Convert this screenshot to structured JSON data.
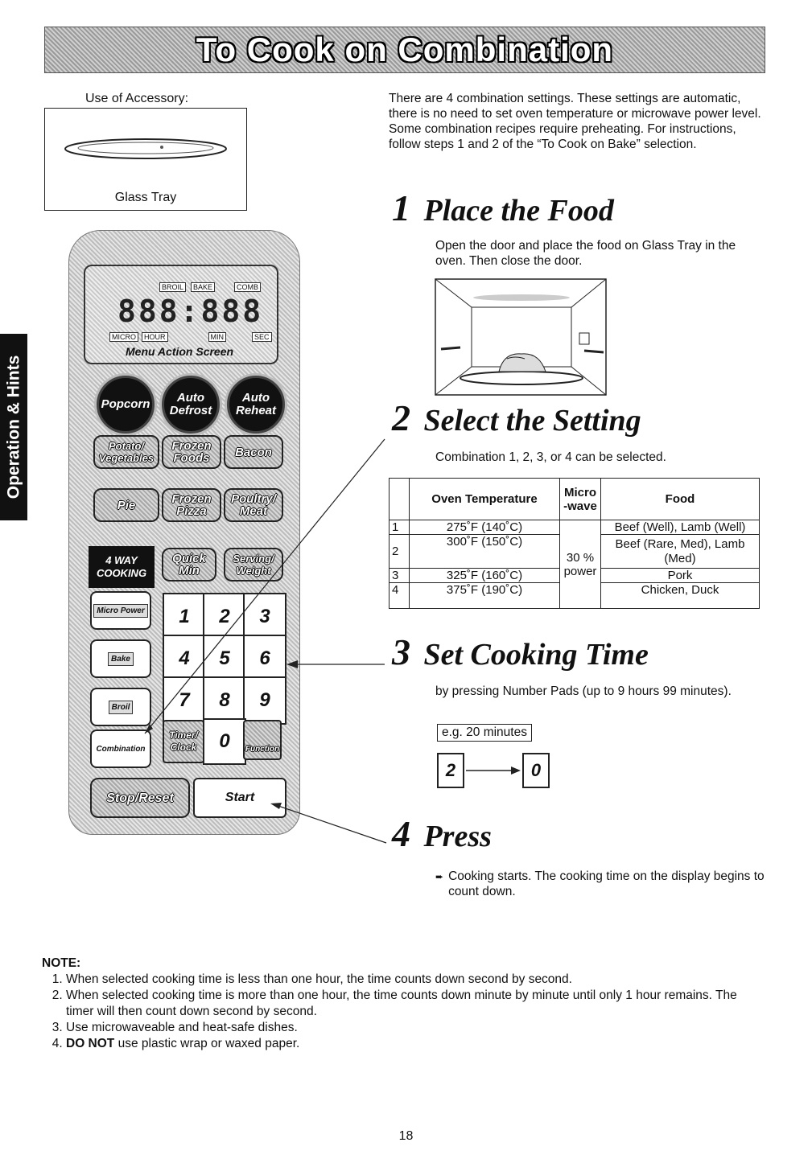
{
  "title": "To Cook on Combination",
  "side_tab": "Operation & Hints",
  "accessory": {
    "label": "Use of Accessory:",
    "caption": "Glass Tray"
  },
  "intro": "There are 4 combination settings. These settings are automatic, there is no need to set oven temperature or microwave power level. Some combination recipes require preheating. For instructions, follow steps 1 and 2 of the “To Cook on Bake” selection.",
  "steps": [
    {
      "num": "1",
      "title": "Place the Food",
      "text": "Open the door and place the food on Glass Tray in the oven. Then close the door."
    },
    {
      "num": "2",
      "title": "Select the Setting",
      "text": "Combination 1, 2, 3, or 4 can be selected."
    },
    {
      "num": "3",
      "title": "Set Cooking Time",
      "text": "by pressing Number Pads (up to 9 hours 99 minutes).",
      "example": "e.g. 20 minutes",
      "keys": [
        "2",
        "0"
      ]
    },
    {
      "num": "4",
      "title": "Press",
      "text": "Cooking starts. The cooking time on the display begins to count down."
    }
  ],
  "table": {
    "headers": [
      "Oven Temperature",
      "Micro -wave",
      "Food"
    ],
    "rows": [
      {
        "n": "1",
        "temp": "275˚F (140˚C)",
        "food": "Beef (Well), Lamb (Well)"
      },
      {
        "n": "2",
        "temp": "300˚F (150˚C)",
        "food": "Beef (Rare, Med), Lamb (Med)"
      },
      {
        "n": "3",
        "temp": "325˚F (160˚C)",
        "food": "Pork"
      },
      {
        "n": "4",
        "temp": "375˚F (190˚C)",
        "food": "Chicken, Duck"
      }
    ],
    "microwave": "30 % power"
  },
  "panel": {
    "display_top": [
      "BROIL",
      "BAKE",
      "COMB"
    ],
    "display_bottom": [
      "MICRO",
      "HOUR",
      "MIN",
      "SEC"
    ],
    "display_digits": "888:888",
    "menu_action": "Menu Action Screen",
    "round_buttons": [
      "Popcorn",
      "Auto Defrost",
      "Auto Reheat"
    ],
    "row1": [
      "Potato/ Vegetables",
      "Frozen Foods",
      "Bacon"
    ],
    "row2": [
      "Pie",
      "Frozen Pizza",
      "Poultry/ Meat"
    ],
    "four_way": "4 WAY COOKING",
    "quick_min": "Quick Min",
    "serving_weight": "Serving/ Weight",
    "mode_buttons": [
      "Micro Power",
      "Bake",
      "Broil",
      "Combination"
    ],
    "digits": [
      "1",
      "2",
      "3",
      "4",
      "5",
      "6",
      "7",
      "8",
      "9",
      "0"
    ],
    "timer_clock": "Timer/ Clock",
    "function": "Function",
    "stop_reset": "Stop/Reset",
    "start": "Start"
  },
  "note": {
    "heading": "NOTE:",
    "items": [
      "When selected cooking time is less than one hour, the time counts down second by second.",
      "When selected cooking time is more than one hour, the time counts down minute by minute until only 1 hour remains. The timer will then count down second by second.",
      "Use microwaveable and heat-safe dishes."
    ],
    "item4_bold": "DO NOT",
    "item4_rest": " use plastic wrap or waxed paper."
  },
  "page_number": "18"
}
